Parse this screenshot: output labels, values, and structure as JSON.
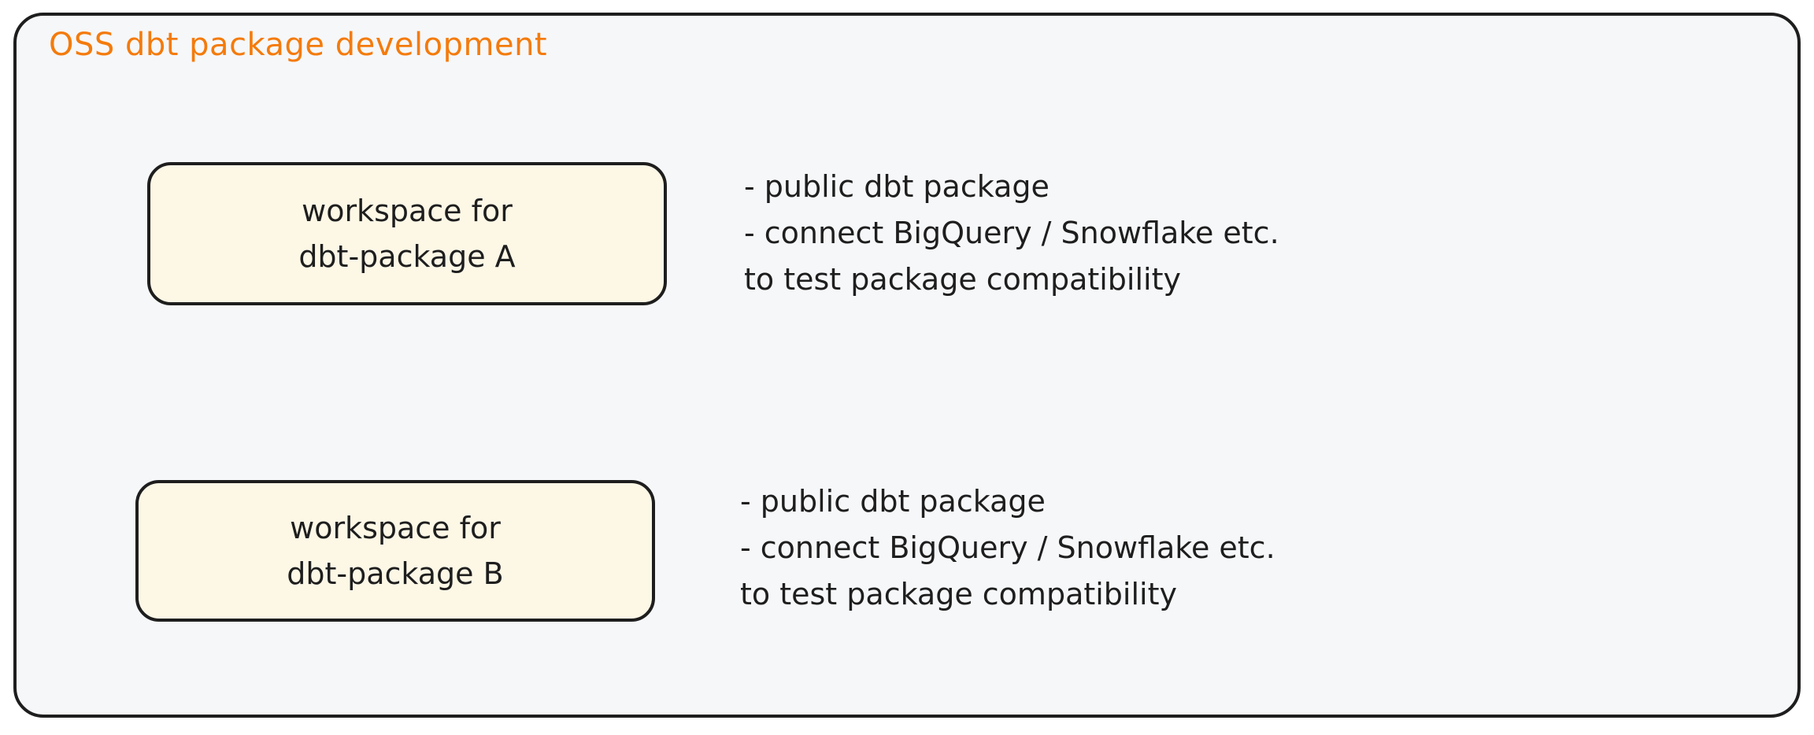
{
  "group": {
    "title": "OSS dbt package development",
    "title_color": "#f47b0c"
  },
  "workspaces": [
    {
      "line1": "workspace for",
      "line2": "dbt-package A",
      "notes": [
        "- public dbt package",
        "- connect BigQuery / Snowflake etc.",
        "to test package compatibility"
      ]
    },
    {
      "line1": "workspace for",
      "line2": "dbt-package B",
      "notes": [
        "- public dbt package",
        "- connect BigQuery / Snowflake etc.",
        "to test package compatibility"
      ]
    }
  ]
}
